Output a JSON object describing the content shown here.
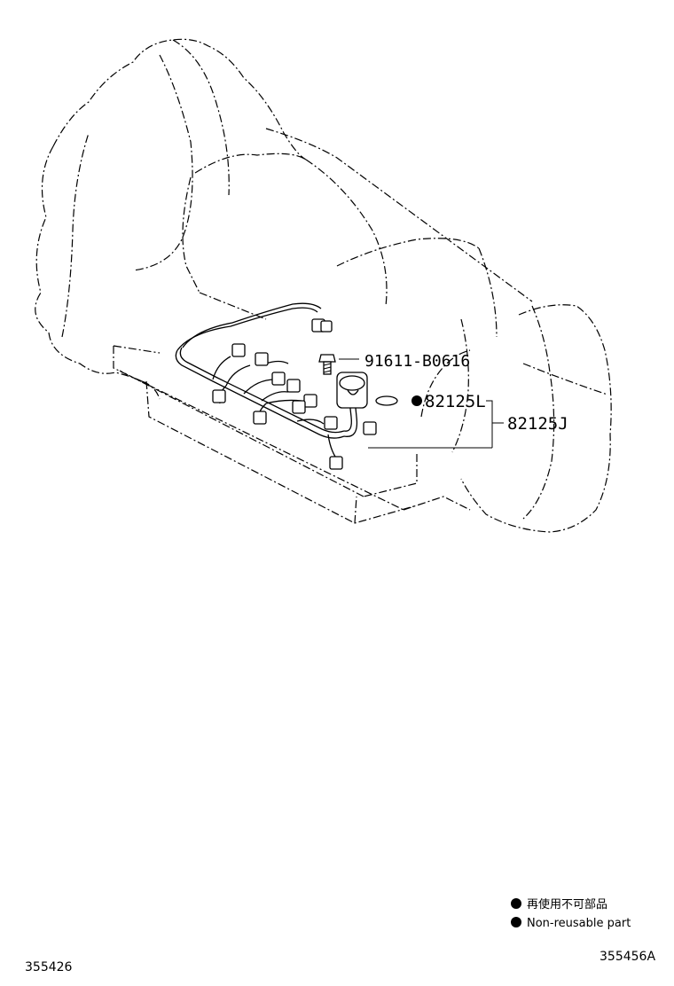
{
  "parts": {
    "bolt": "91611-B0616",
    "gasket": "82125L",
    "harness": "82125J"
  },
  "legend": {
    "japanese": "再使用不可部品",
    "english": "Non-reusable part"
  },
  "refs": {
    "left": "355426",
    "right": "355456A"
  }
}
